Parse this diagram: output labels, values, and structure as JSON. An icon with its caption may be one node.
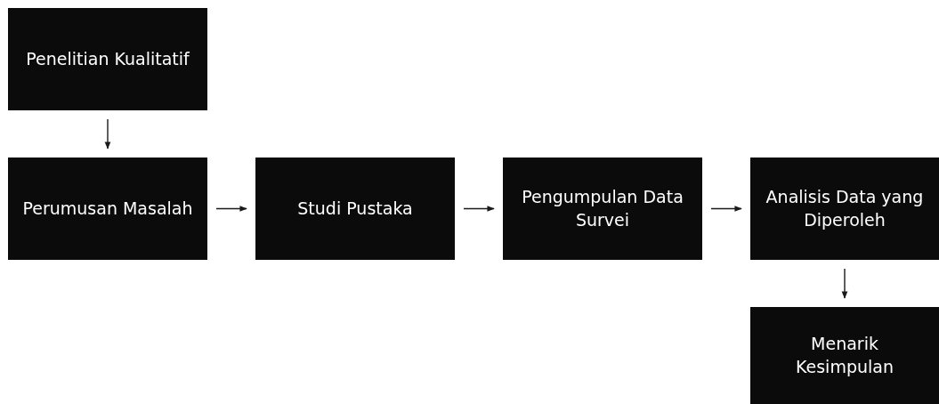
{
  "diagram": {
    "nodes": [
      {
        "text": [
          "Penelitian Kualitatif"
        ]
      },
      {
        "text": [
          "Perumusan Masalah"
        ]
      },
      {
        "text": [
          "Studi Pustaka"
        ]
      },
      {
        "text": [
          "Pengumpulan Data Survei"
        ]
      },
      {
        "text": [
          "Analisis Data yang Diperoleh"
        ]
      },
      {
        "text": [
          "Menarik Kesimpulan"
        ]
      }
    ],
    "edges": [
      {
        "from": 0,
        "to": 1,
        "arrow": "to"
      },
      {
        "from": 1,
        "to": 2,
        "arrow": "to"
      },
      {
        "from": 2,
        "to": 3,
        "arrow": "to"
      },
      {
        "from": 3,
        "to": 4,
        "arrow": "to"
      },
      {
        "from": 4,
        "to": 5,
        "arrow": "to"
      }
    ]
  }
}
